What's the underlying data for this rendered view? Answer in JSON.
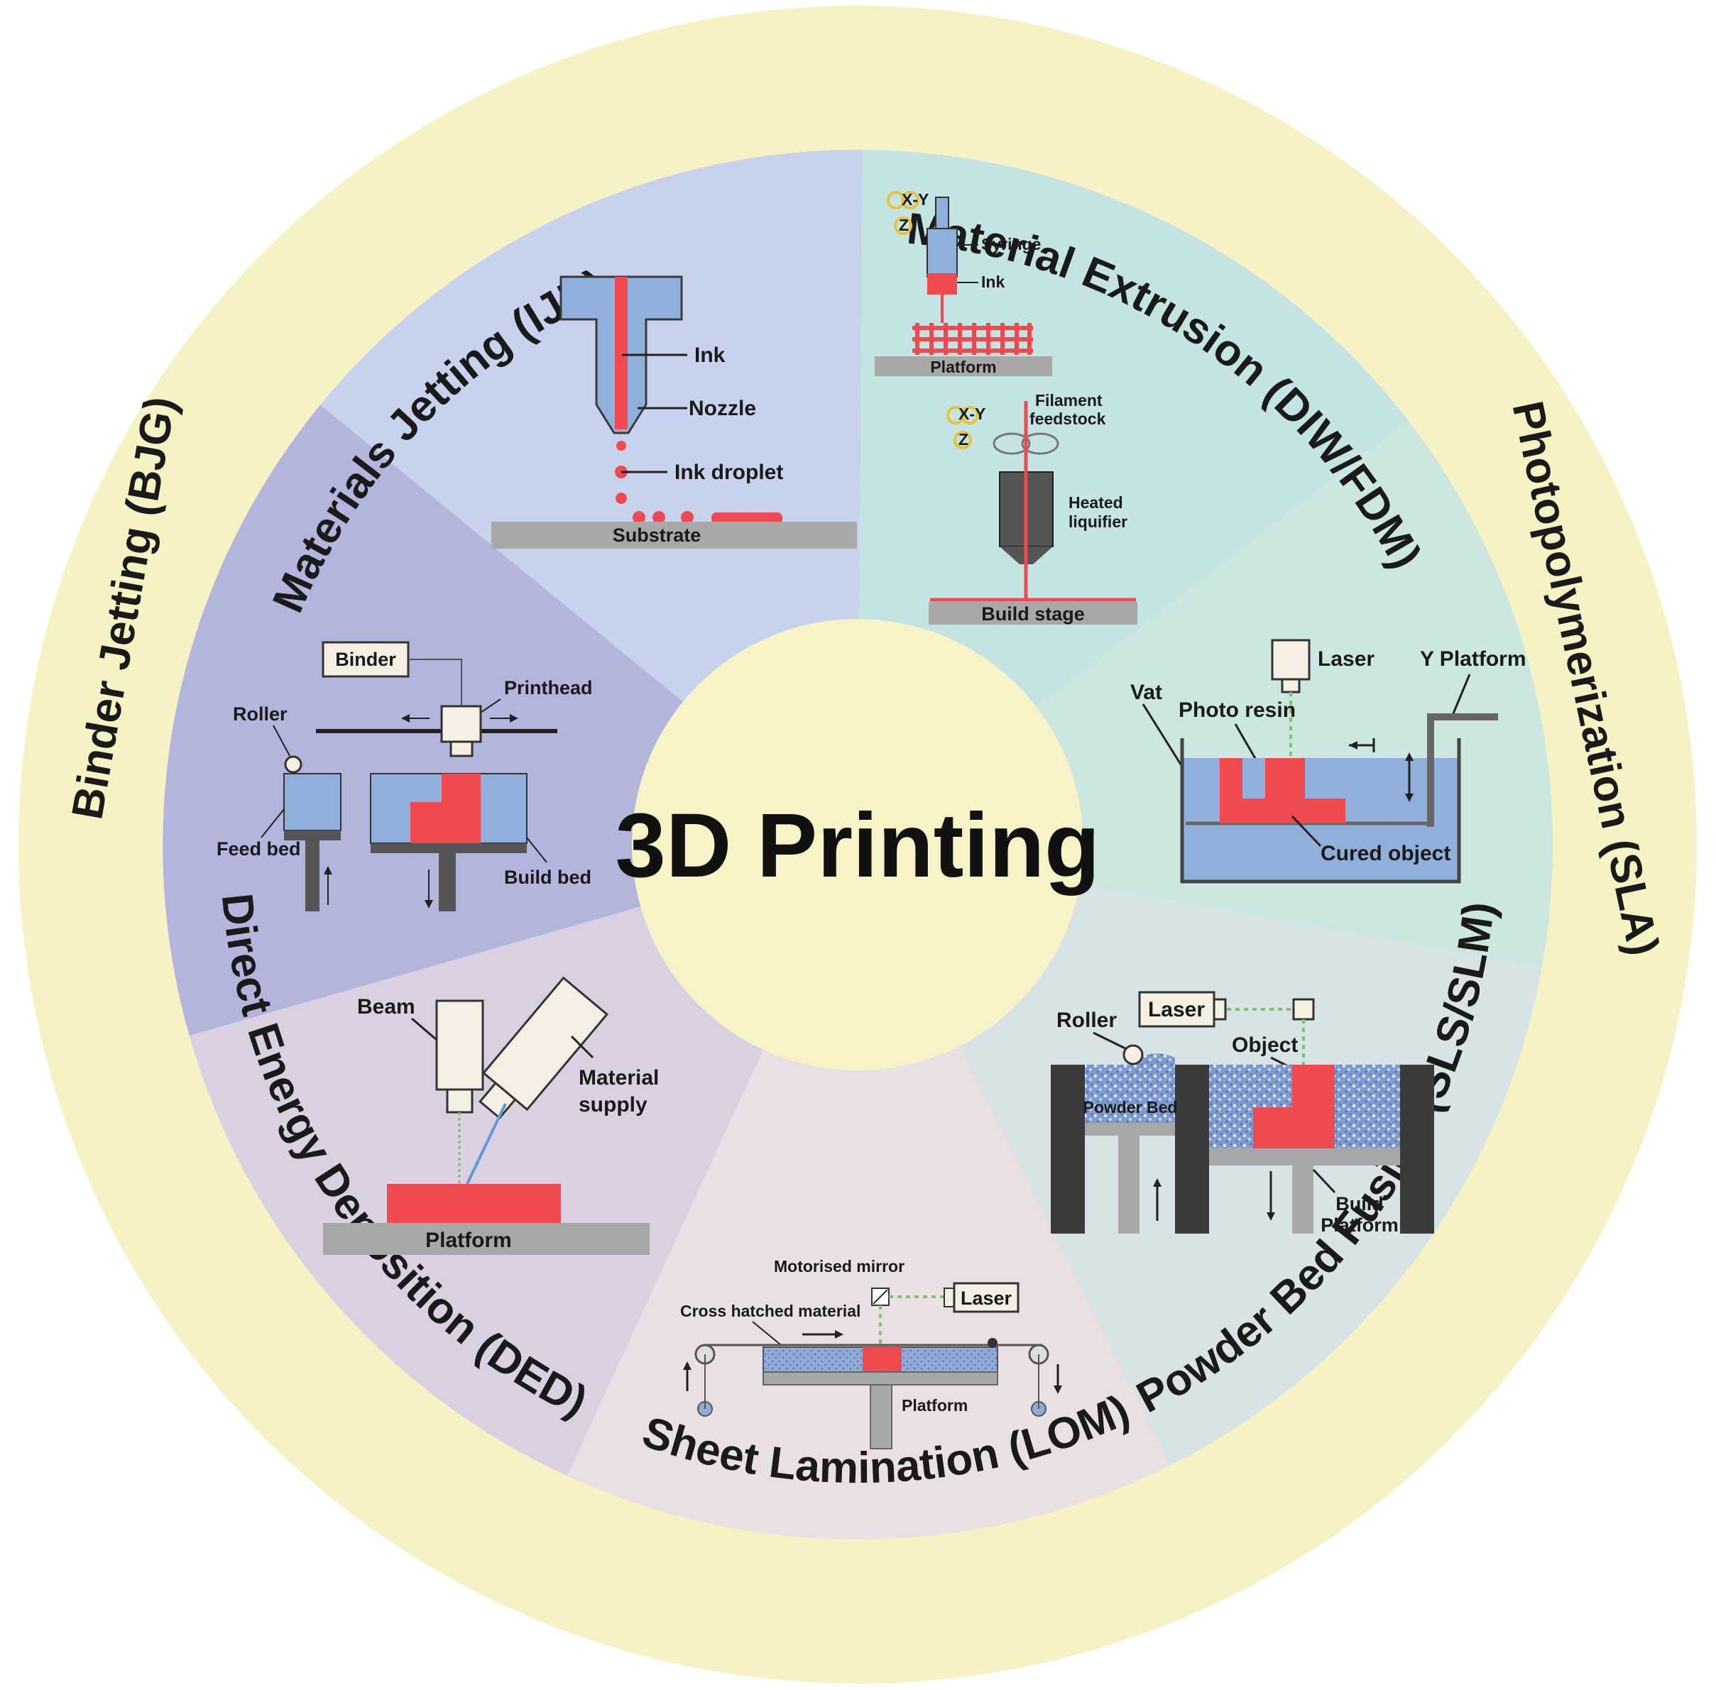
{
  "title": "3D Printing",
  "colors": {
    "ring": "#f6f2c4",
    "center": "#f8f3c6",
    "red": "#ef4a50",
    "blue": "#8fb0da",
    "gray": "#a8a8a8",
    "dark": "#3b3b3b"
  },
  "categories": {
    "ijp": "Materials Jetting (IJP)",
    "fdm": "Material Extrusion (DIW/FDM)",
    "sla": "Photopolymerization (SLA)",
    "slm": "Powder Bed Fusion (SLS/SLM)",
    "lom": "Sheet Lamination (LOM)",
    "ded": "Direct Energy Deposition (DED)",
    "bjg": "Binder Jetting (BJG)"
  },
  "ijp": {
    "ink": "Ink",
    "nozzle": "Nozzle",
    "droplet": "Ink droplet",
    "substrate": "Substrate"
  },
  "fdm": {
    "xy1": "X-Y",
    "z1": "Z",
    "syringe": "Syringe",
    "ink": "Ink",
    "platform": "Platform",
    "xy2": "X-Y",
    "z2": "Z",
    "filament1": "Filament",
    "filament2": "feedstock",
    "heated1": "Heated",
    "heated2": "liquifier",
    "stage": "Build stage"
  },
  "sla": {
    "laser": "Laser",
    "yplatform": "Y Platform",
    "vat": "Vat",
    "resin": "Photo resin",
    "cured": "Cured object"
  },
  "slm": {
    "laser": "Laser",
    "roller": "Roller",
    "object": "Object",
    "powderbed": "Powder Bed",
    "build1": "Build",
    "build2": "Platform"
  },
  "lom": {
    "mirror": "Motorised mirror",
    "laser": "Laser",
    "cross": "Cross hatched material",
    "platform": "Platform"
  },
  "ded": {
    "beam": "Beam",
    "material1": "Material",
    "material2": "supply",
    "platform": "Platform"
  },
  "bjg": {
    "binder": "Binder",
    "printhead": "Printhead",
    "roller": "Roller",
    "feedbed": "Feed bed",
    "buildbed": "Build bed"
  }
}
